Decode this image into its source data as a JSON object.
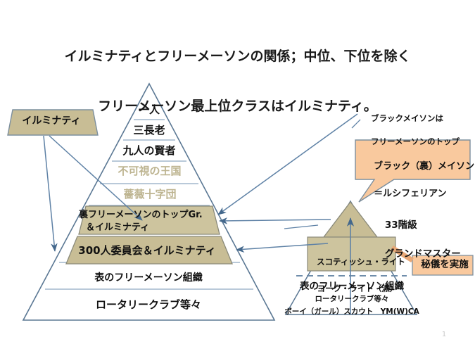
{
  "slide": {
    "title_line1": "イルミナティとフリーメーソンの関係；中位、下位を除く",
    "title_line2": "フリーメーソン最上位クラスはイルミナティ。",
    "page_number": "1"
  },
  "colors": {
    "tan_fill": "#c8bd95",
    "tan_fill_light": "#cdc49e",
    "orange_fill": "#f9c99e",
    "stroke_blue": "#44688c",
    "stroke_light": "#9db4cc",
    "faded_text": "#bdb490",
    "text": "#111111",
    "page_num": "#c9c9c9"
  },
  "pyramid": {
    "name": "freemason-hierarchy-pyramid",
    "layers": [
      {
        "id": "l1",
        "label": "一人",
        "style": "plain"
      },
      {
        "id": "l2",
        "label": "三長老",
        "style": "plain"
      },
      {
        "id": "l3",
        "label": "九人の賢者",
        "style": "plain"
      },
      {
        "id": "l4",
        "label": "不可視の王国",
        "style": "faded"
      },
      {
        "id": "l5",
        "label": "薔薇十字団",
        "style": "faded"
      },
      {
        "id": "l6",
        "label_line1": "裏フリーメーソンのトップGr.",
        "label_line2": "＆イルミナティ",
        "style": "highlighted"
      },
      {
        "id": "l7",
        "label": "300人委員会＆イルミナティ",
        "style": "highlighted"
      },
      {
        "id": "l8",
        "label": "表のフリーメーソン組織",
        "style": "plain"
      },
      {
        "id": "l9",
        "label": "ロータリークラブ等々",
        "style": "plain"
      }
    ]
  },
  "left_tag": {
    "label": "イルミナティ"
  },
  "right_side": {
    "black_mason_note_line1": "ブラックメイソンは",
    "black_mason_note_line2": "フリーメーソンのトップ",
    "black_mason_box_line1": "ブラック（裏）メイソン",
    "black_mason_box_line2": "＝ルシフェリアン",
    "grandmaster_line1": "33階級",
    "grandmaster_line2": "グランドマスター",
    "rite_box_line1": "スコティッシュ・ライト",
    "rite_box_line2": "ヨーク・ライト（派）",
    "secret_rite_label": "秘儀を実施",
    "public_org_line1": "表のフリーメーソン組織",
    "public_org_line2": "ロータリークラブ等々",
    "public_org_line3": "ボーイ（ガール）スカウト　YM(W)CA"
  }
}
